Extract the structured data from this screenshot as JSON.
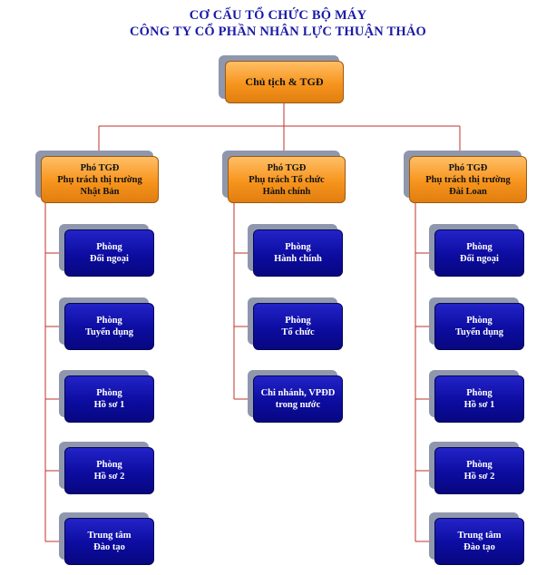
{
  "title": {
    "line1": "CƠ CẤU TỔ CHỨC BỘ MÁY",
    "line2": "CÔNG TY CỔ PHẦN NHÂN LỰC THUẬN THẢO"
  },
  "top": {
    "label": "Chủ tịch & TGĐ"
  },
  "branches": [
    {
      "head": [
        "Phó TGĐ",
        "Phụ trách thị trường",
        "Nhật Bản"
      ],
      "units": [
        [
          "Phòng",
          "Đối ngoại"
        ],
        [
          "Phòng",
          "Tuyển dụng"
        ],
        [
          "Phòng",
          "Hồ sơ 1"
        ],
        [
          "Phòng",
          "Hồ sơ 2"
        ],
        [
          "Trung tâm",
          "Đào tạo"
        ]
      ]
    },
    {
      "head": [
        "Phó TGĐ",
        "Phụ trách Tổ chức",
        "Hành chính"
      ],
      "units": [
        [
          "Phòng",
          "Hành chính"
        ],
        [
          "Phòng",
          "Tổ chức"
        ],
        [
          "Chi nhánh, VPĐD",
          "trong nước"
        ]
      ]
    },
    {
      "head": [
        "Phó TGĐ",
        "Phụ trách thị trường",
        "Đài Loan"
      ],
      "units": [
        [
          "Phòng",
          "Đối ngoại"
        ],
        [
          "Phòng",
          "Tuyển dụng"
        ],
        [
          "Phòng",
          "Hồ sơ 1"
        ],
        [
          "Phòng",
          "Hồ sơ 2"
        ],
        [
          "Trung tâm",
          "Đào tạo"
        ]
      ]
    }
  ],
  "colors": {
    "title": "#1a1aa6",
    "line": "#c0302a",
    "orange": "#f7941d",
    "blue": "#0c0ca0",
    "shadow": "#8f97ad"
  }
}
